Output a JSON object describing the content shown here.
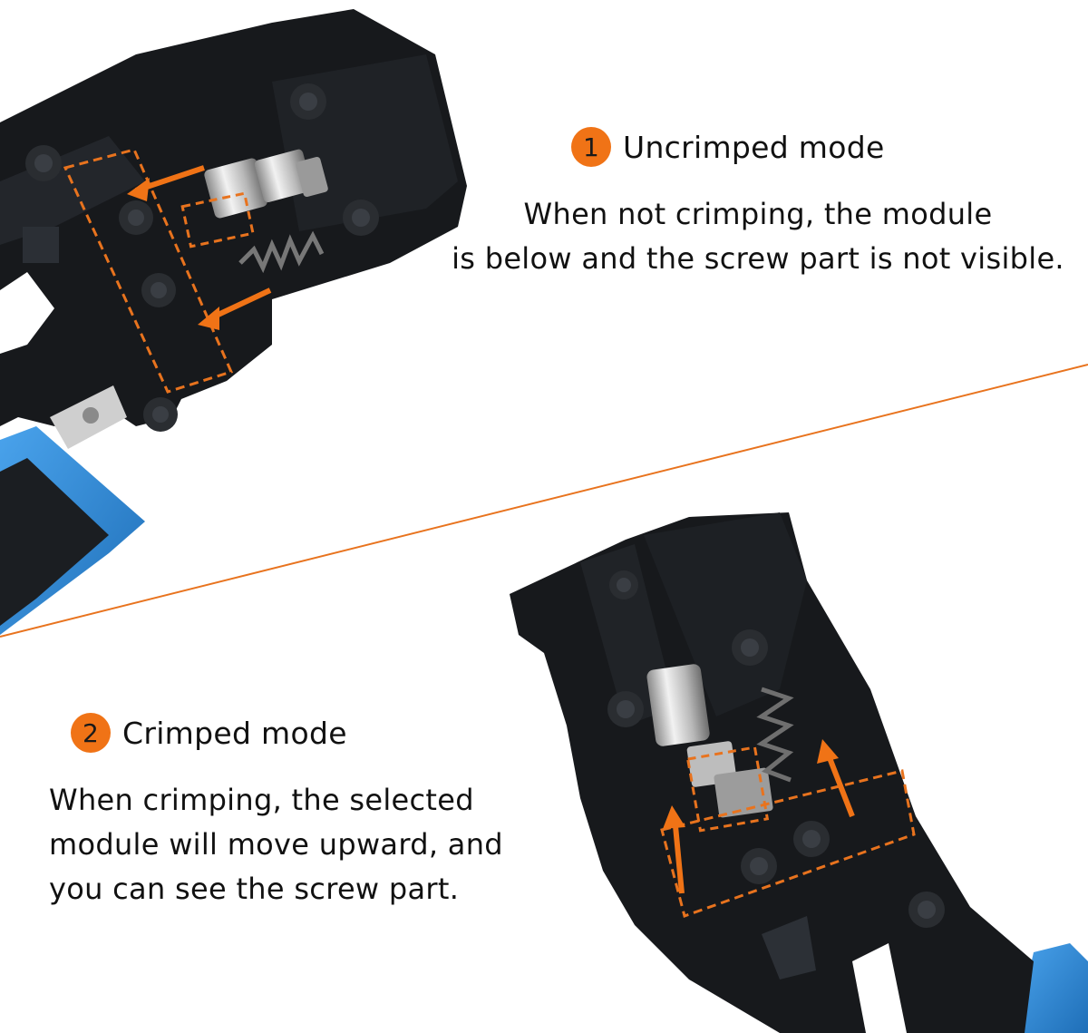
{
  "colors": {
    "accent": "#f07316",
    "divider": "#e8731e",
    "tool_body": "#17191c",
    "handle_blue": "#2f88d6",
    "metal": "#c9c9c9"
  },
  "mode1": {
    "number": "1",
    "title": "Uncrimped mode",
    "description_lines": [
      "When not crimping, the module",
      "is below and the screw part is not visible."
    ]
  },
  "mode2": {
    "number": "2",
    "title": "Crimped mode",
    "description_lines": [
      "When crimping, the selected",
      "module will move upward, and",
      "you can see the screw part."
    ]
  }
}
